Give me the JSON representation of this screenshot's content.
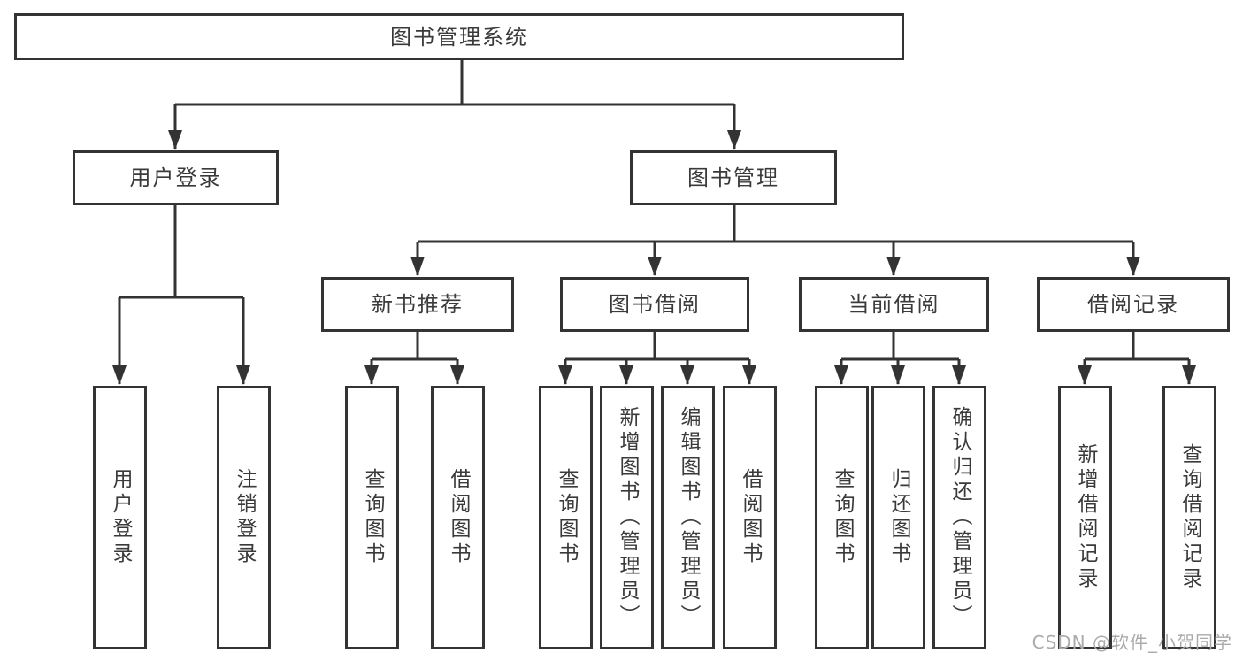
{
  "diagram": {
    "root": {
      "label": "图书管理系统"
    },
    "level1": [
      {
        "label": "用户登录",
        "children": [
          {
            "label": "用户登录"
          },
          {
            "label": "注销登录"
          }
        ]
      },
      {
        "label": "图书管理",
        "groups": [
          {
            "label": "新书推荐",
            "children": [
              {
                "label": "查询图书"
              },
              {
                "label": "借阅图书"
              }
            ]
          },
          {
            "label": "图书借阅",
            "children": [
              {
                "label": "查询图书"
              },
              {
                "label": "新增图书（管理员）"
              },
              {
                "label": "编辑图书（管理员）"
              },
              {
                "label": "借阅图书"
              }
            ]
          },
          {
            "label": "当前借阅",
            "children": [
              {
                "label": "查询图书"
              },
              {
                "label": "归还图书"
              },
              {
                "label": "确认归还（管理员）"
              }
            ]
          },
          {
            "label": "借阅记录",
            "children": [
              {
                "label": "新增借阅记录"
              },
              {
                "label": "查询借阅记录"
              }
            ]
          }
        ]
      }
    ]
  },
  "watermark": {
    "text": "CSDN @软件_小贺同学"
  },
  "colors": {
    "line": "#333333",
    "text": "#3a3a3a",
    "watermark": "#ababab",
    "background": "#ffffff"
  }
}
